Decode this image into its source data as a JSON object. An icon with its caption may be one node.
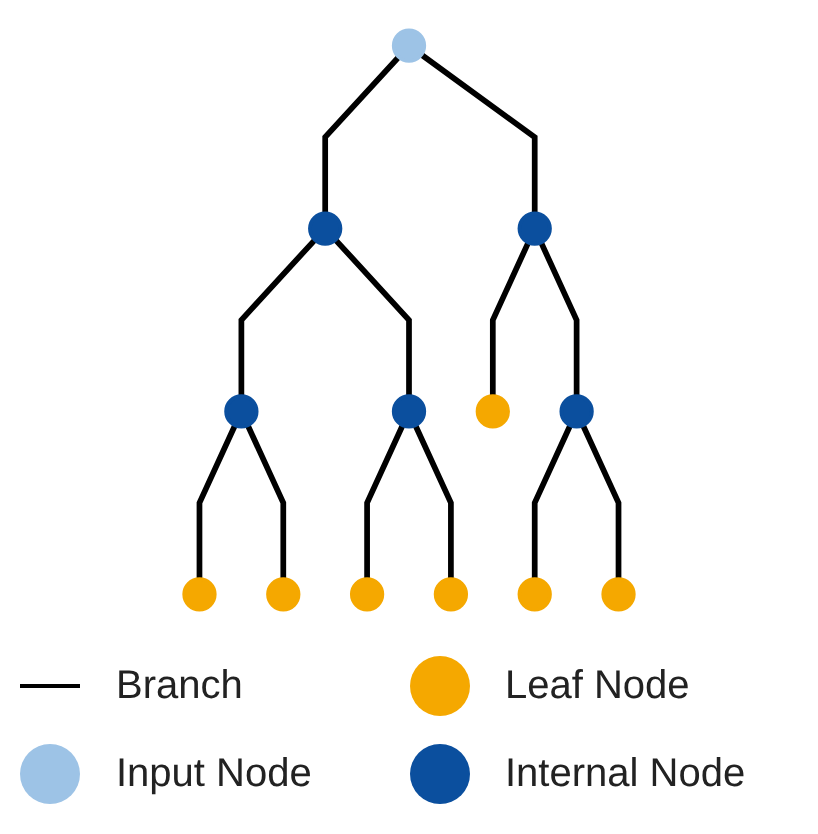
{
  "diagram": {
    "nodes": [
      {
        "text": [],
        "shape": "circle"
      },
      {
        "text": [],
        "shape": "circle"
      },
      {
        "text": [],
        "shape": "circle"
      },
      {
        "text": [],
        "shape": "circle"
      },
      {
        "text": [],
        "shape": "circle"
      },
      {
        "text": [],
        "shape": "circle"
      },
      {
        "text": [],
        "shape": "circle"
      },
      {
        "text": [],
        "shape": "circle"
      },
      {
        "text": [],
        "shape": "circle"
      },
      {
        "text": [],
        "shape": "circle"
      },
      {
        "text": [],
        "shape": "circle"
      },
      {
        "text": [],
        "shape": "circle"
      },
      {
        "text": [],
        "shape": "circle"
      }
    ],
    "edges": [
      {
        "from": 0,
        "to": 1,
        "arrow": "none"
      },
      {
        "from": 0,
        "to": 2,
        "arrow": "none"
      },
      {
        "from": 1,
        "to": 3,
        "arrow": "none"
      },
      {
        "from": 1,
        "to": 4,
        "arrow": "none"
      },
      {
        "from": 2,
        "to": 5,
        "arrow": "none"
      },
      {
        "from": 2,
        "to": 6,
        "arrow": "none"
      },
      {
        "from": 3,
        "to": 7,
        "arrow": "none"
      },
      {
        "from": 3,
        "to": 8,
        "arrow": "none"
      },
      {
        "from": 4,
        "to": 9,
        "arrow": "none"
      },
      {
        "from": 4,
        "to": 10,
        "arrow": "none"
      },
      {
        "from": 6,
        "to": 11,
        "arrow": "none"
      },
      {
        "from": 6,
        "to": 12,
        "arrow": "none"
      }
    ],
    "legend": [
      {
        "text": "Branch"
      },
      {
        "text": "Leaf Node",
        "color": "#f5a800"
      },
      {
        "text": "Input Node",
        "color": "#9dc3e6"
      },
      {
        "text": "Internal Node",
        "color": "#0b4f9e"
      }
    ]
  }
}
